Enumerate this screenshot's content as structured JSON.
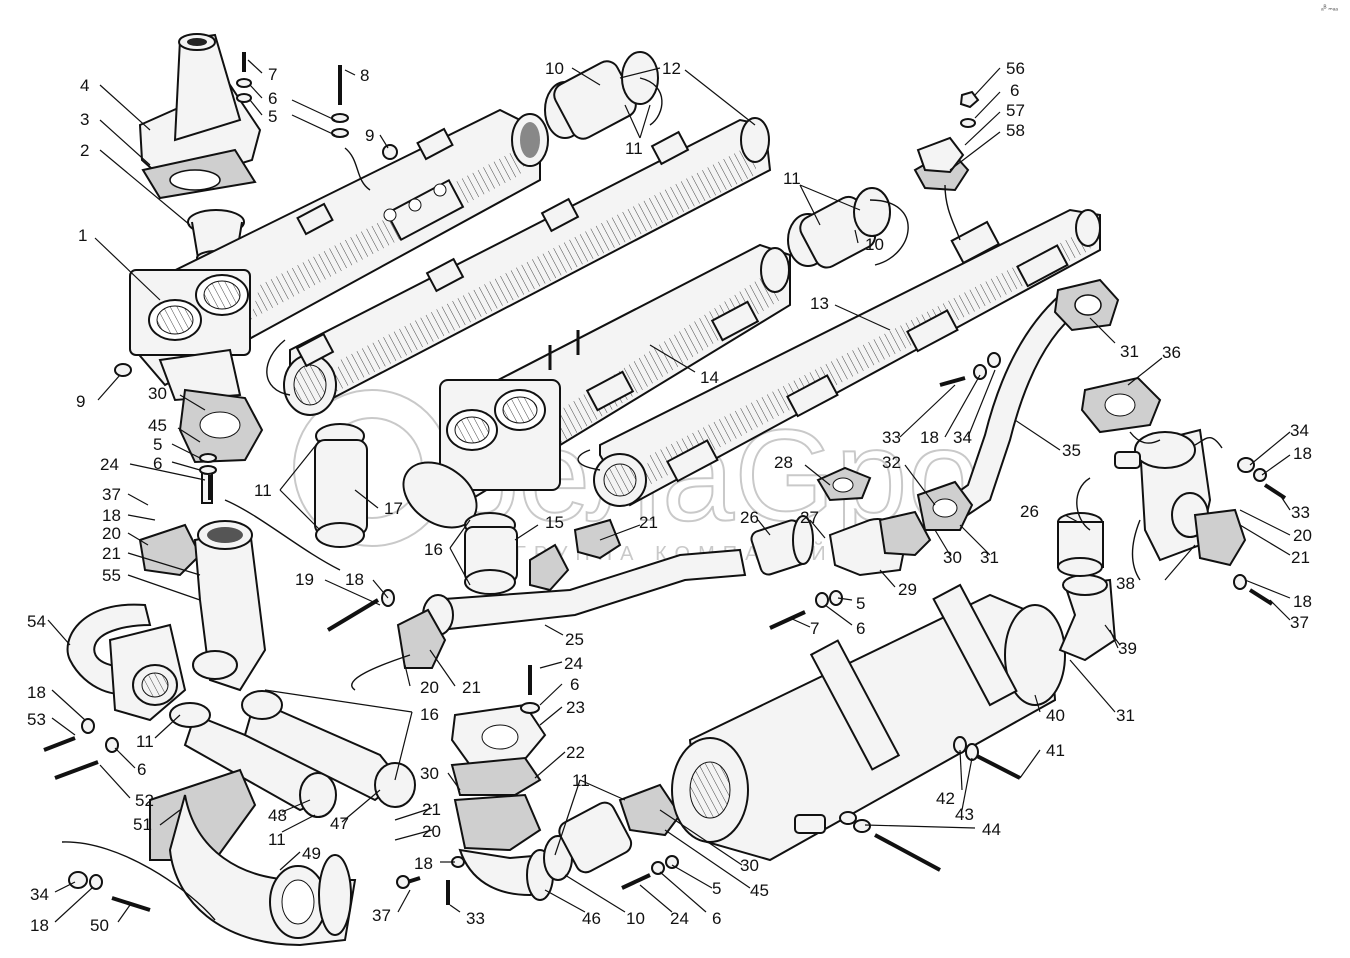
{
  "corner_mark": "ₐᴮ ₘₐₐ",
  "watermark": {
    "text": "белаGро",
    "subtext": "ГРУППА КОМПАНИЙ"
  },
  "callouts": [
    {
      "id": "c4",
      "label": "4"
    },
    {
      "id": "c3",
      "label": "3"
    },
    {
      "id": "c2",
      "label": "2"
    },
    {
      "id": "c1",
      "label": "1"
    },
    {
      "id": "c9a",
      "label": "9"
    },
    {
      "id": "c7a",
      "label": "7"
    },
    {
      "id": "c6a",
      "label": "6"
    },
    {
      "id": "c5a",
      "label": "5"
    },
    {
      "id": "c8",
      "label": "8"
    },
    {
      "id": "c6b",
      "label": "6"
    },
    {
      "id": "c5b",
      "label": "5"
    },
    {
      "id": "c9b",
      "label": "9"
    },
    {
      "id": "c10a",
      "label": "10"
    },
    {
      "id": "c12",
      "label": "12"
    },
    {
      "id": "c11a",
      "label": "11"
    },
    {
      "id": "c56",
      "label": "56"
    },
    {
      "id": "c6c",
      "label": "6"
    },
    {
      "id": "c57",
      "label": "57"
    },
    {
      "id": "c58",
      "label": "58"
    },
    {
      "id": "c11b",
      "label": "11"
    },
    {
      "id": "c10b",
      "label": "10"
    },
    {
      "id": "c13",
      "label": "13"
    },
    {
      "id": "c14",
      "label": "14"
    },
    {
      "id": "c31a",
      "label": "31"
    },
    {
      "id": "c36",
      "label": "36"
    },
    {
      "id": "c30a",
      "label": "30"
    },
    {
      "id": "c45a",
      "label": "45"
    },
    {
      "id": "c5c",
      "label": "5"
    },
    {
      "id": "c6d",
      "label": "6"
    },
    {
      "id": "c24a",
      "label": "24"
    },
    {
      "id": "c37a",
      "label": "37"
    },
    {
      "id": "c18a",
      "label": "18"
    },
    {
      "id": "c20a",
      "label": "20"
    },
    {
      "id": "c21a",
      "label": "21"
    },
    {
      "id": "c55",
      "label": "55"
    },
    {
      "id": "c11c",
      "label": "11"
    },
    {
      "id": "c17",
      "label": "17"
    },
    {
      "id": "c33a",
      "label": "33"
    },
    {
      "id": "c18b",
      "label": "18"
    },
    {
      "id": "c34a",
      "label": "34"
    },
    {
      "id": "c35",
      "label": "35"
    },
    {
      "id": "c34b",
      "label": "34"
    },
    {
      "id": "c18c",
      "label": "18"
    },
    {
      "id": "c33b",
      "label": "33"
    },
    {
      "id": "c28",
      "label": "28"
    },
    {
      "id": "c32",
      "label": "32"
    },
    {
      "id": "c26a",
      "label": "26"
    },
    {
      "id": "c27",
      "label": "27"
    },
    {
      "id": "c26b",
      "label": "26"
    },
    {
      "id": "c21b",
      "label": "21"
    },
    {
      "id": "c20b",
      "label": "20"
    },
    {
      "id": "c15",
      "label": "15"
    },
    {
      "id": "c16a",
      "label": "16"
    },
    {
      "id": "c21c",
      "label": "21"
    },
    {
      "id": "c30b",
      "label": "30"
    },
    {
      "id": "c31b",
      "label": "31"
    },
    {
      "id": "c29",
      "label": "29"
    },
    {
      "id": "c38",
      "label": "38"
    },
    {
      "id": "c18d",
      "label": "18"
    },
    {
      "id": "c37b",
      "label": "37"
    },
    {
      "id": "c19",
      "label": "19"
    },
    {
      "id": "c18e",
      "label": "18"
    },
    {
      "id": "c25",
      "label": "25"
    },
    {
      "id": "c7b",
      "label": "7"
    },
    {
      "id": "c5d",
      "label": "5"
    },
    {
      "id": "c6e",
      "label": "6"
    },
    {
      "id": "c54",
      "label": "54"
    },
    {
      "id": "c20c",
      "label": "20"
    },
    {
      "id": "c21d",
      "label": "21"
    },
    {
      "id": "c24b",
      "label": "24"
    },
    {
      "id": "c6f",
      "label": "6"
    },
    {
      "id": "c23",
      "label": "23"
    },
    {
      "id": "c39",
      "label": "39"
    },
    {
      "id": "c16b",
      "label": "16"
    },
    {
      "id": "c40",
      "label": "40"
    },
    {
      "id": "c31c",
      "label": "31"
    },
    {
      "id": "c18f",
      "label": "18"
    },
    {
      "id": "c53",
      "label": "53"
    },
    {
      "id": "c11d",
      "label": "11"
    },
    {
      "id": "c6g",
      "label": "6"
    },
    {
      "id": "c22",
      "label": "22"
    },
    {
      "id": "c41",
      "label": "41"
    },
    {
      "id": "c52",
      "label": "52"
    },
    {
      "id": "c30c",
      "label": "30"
    },
    {
      "id": "c11e",
      "label": "11"
    },
    {
      "id": "c42",
      "label": "42"
    },
    {
      "id": "c43",
      "label": "43"
    },
    {
      "id": "c51",
      "label": "51"
    },
    {
      "id": "c48",
      "label": "48"
    },
    {
      "id": "c11f",
      "label": "11"
    },
    {
      "id": "c47",
      "label": "47"
    },
    {
      "id": "c21e",
      "label": "21"
    },
    {
      "id": "c20d",
      "label": "20"
    },
    {
      "id": "c44",
      "label": "44"
    },
    {
      "id": "c49",
      "label": "49"
    },
    {
      "id": "c18g",
      "label": "18"
    },
    {
      "id": "c30d",
      "label": "30"
    },
    {
      "id": "c34c",
      "label": "34"
    },
    {
      "id": "c18h",
      "label": "18"
    },
    {
      "id": "c50",
      "label": "50"
    },
    {
      "id": "c37c",
      "label": "37"
    },
    {
      "id": "c33c",
      "label": "33"
    },
    {
      "id": "c46",
      "label": "46"
    },
    {
      "id": "c10c",
      "label": "10"
    },
    {
      "id": "c24c",
      "label": "24"
    },
    {
      "id": "c6h",
      "label": "6"
    },
    {
      "id": "c5e",
      "label": "5"
    },
    {
      "id": "c45b",
      "label": "45"
    }
  ]
}
